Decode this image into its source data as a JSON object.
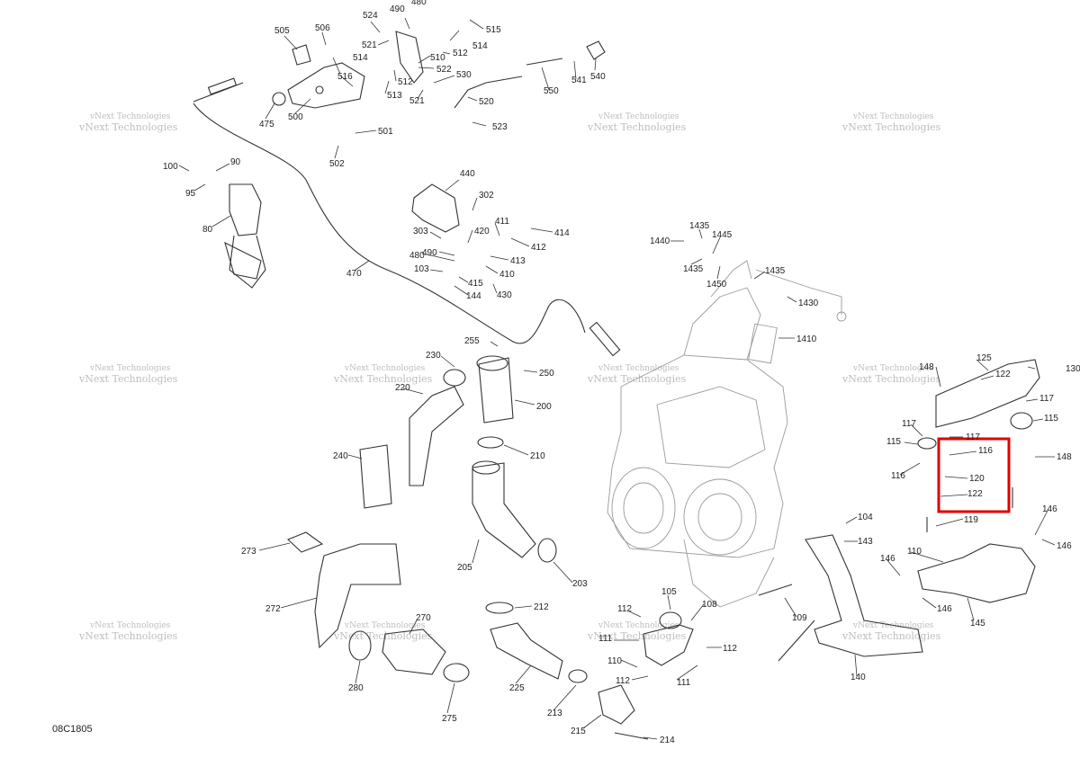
{
  "diagram_code": "08C1805",
  "watermark": {
    "line1": "vNext Technologies",
    "line2": "vNext Technologies"
  },
  "highlight_color": "#e00000",
  "callouts": [
    {
      "id": "505",
      "t": "505"
    },
    {
      "id": "506",
      "t": "506"
    },
    {
      "id": "524",
      "t": "524"
    },
    {
      "id": "490a",
      "t": "490"
    },
    {
      "id": "480a",
      "t": "480"
    },
    {
      "id": "515",
      "t": "515"
    },
    {
      "id": "521a",
      "t": "521"
    },
    {
      "id": "514a",
      "t": "514"
    },
    {
      "id": "510",
      "t": "510"
    },
    {
      "id": "514b",
      "t": "514"
    },
    {
      "id": "512a",
      "t": "512"
    },
    {
      "id": "522",
      "t": "522"
    },
    {
      "id": "530",
      "t": "530"
    },
    {
      "id": "516",
      "t": "516"
    },
    {
      "id": "512b",
      "t": "512"
    },
    {
      "id": "513",
      "t": "513"
    },
    {
      "id": "521b",
      "t": "521"
    },
    {
      "id": "550",
      "t": "550"
    },
    {
      "id": "541",
      "t": "541"
    },
    {
      "id": "540",
      "t": "540"
    },
    {
      "id": "475",
      "t": "475"
    },
    {
      "id": "500",
      "t": "500"
    },
    {
      "id": "520",
      "t": "520"
    },
    {
      "id": "501",
      "t": "501"
    },
    {
      "id": "523",
      "t": "523"
    },
    {
      "id": "502",
      "t": "502"
    },
    {
      "id": "100",
      "t": "100"
    },
    {
      "id": "90",
      "t": "90"
    },
    {
      "id": "95",
      "t": "95"
    },
    {
      "id": "80",
      "t": "80"
    },
    {
      "id": "440",
      "t": "440"
    },
    {
      "id": "302",
      "t": "302"
    },
    {
      "id": "420",
      "t": "420"
    },
    {
      "id": "411",
      "t": "411"
    },
    {
      "id": "414",
      "t": "414"
    },
    {
      "id": "303",
      "t": "303"
    },
    {
      "id": "490b",
      "t": "490"
    },
    {
      "id": "412",
      "t": "412"
    },
    {
      "id": "413",
      "t": "413"
    },
    {
      "id": "480b",
      "t": "480"
    },
    {
      "id": "103",
      "t": "103"
    },
    {
      "id": "415",
      "t": "415"
    },
    {
      "id": "410",
      "t": "410"
    },
    {
      "id": "144",
      "t": "144"
    },
    {
      "id": "430",
      "t": "430"
    },
    {
      "id": "470",
      "t": "470"
    },
    {
      "id": "1435a",
      "t": "1435"
    },
    {
      "id": "1440",
      "t": "1440"
    },
    {
      "id": "1445",
      "t": "1445"
    },
    {
      "id": "1435b",
      "t": "1435"
    },
    {
      "id": "1435c",
      "t": "1435"
    },
    {
      "id": "1450",
      "t": "1450"
    },
    {
      "id": "1430",
      "t": "1430"
    },
    {
      "id": "1410",
      "t": "1410"
    },
    {
      "id": "255",
      "t": "255"
    },
    {
      "id": "230",
      "t": "230"
    },
    {
      "id": "250",
      "t": "250"
    },
    {
      "id": "220",
      "t": "220"
    },
    {
      "id": "200",
      "t": "200"
    },
    {
      "id": "210",
      "t": "210"
    },
    {
      "id": "240",
      "t": "240"
    },
    {
      "id": "205",
      "t": "205"
    },
    {
      "id": "203",
      "t": "203"
    },
    {
      "id": "273",
      "t": "273"
    },
    {
      "id": "272",
      "t": "272"
    },
    {
      "id": "212",
      "t": "212"
    },
    {
      "id": "270",
      "t": "270"
    },
    {
      "id": "280",
      "t": "280"
    },
    {
      "id": "275",
      "t": "275"
    },
    {
      "id": "225",
      "t": "225"
    },
    {
      "id": "213",
      "t": "213"
    },
    {
      "id": "215",
      "t": "215"
    },
    {
      "id": "214",
      "t": "214"
    },
    {
      "id": "105",
      "t": "105"
    },
    {
      "id": "112a",
      "t": "112"
    },
    {
      "id": "108",
      "t": "108"
    },
    {
      "id": "111a",
      "t": "111"
    },
    {
      "id": "112b",
      "t": "112"
    },
    {
      "id": "110a",
      "t": "110"
    },
    {
      "id": "112c",
      "t": "112"
    },
    {
      "id": "111b",
      "t": "111"
    },
    {
      "id": "148a",
      "t": "148"
    },
    {
      "id": "125",
      "t": "125"
    },
    {
      "id": "130",
      "t": "130"
    },
    {
      "id": "122a",
      "t": "122"
    },
    {
      "id": "117a",
      "t": "117"
    },
    {
      "id": "115a",
      "t": "115"
    },
    {
      "id": "117b",
      "t": "117"
    },
    {
      "id": "117c",
      "t": "117"
    },
    {
      "id": "115b",
      "t": "115"
    },
    {
      "id": "116a",
      "t": "116"
    },
    {
      "id": "116b",
      "t": "116"
    },
    {
      "id": "148b",
      "t": "148"
    },
    {
      "id": "120",
      "t": "120"
    },
    {
      "id": "122b",
      "t": "122"
    },
    {
      "id": "119",
      "t": "119"
    },
    {
      "id": "104",
      "t": "104"
    },
    {
      "id": "146a",
      "t": "146"
    },
    {
      "id": "143",
      "t": "143"
    },
    {
      "id": "146b",
      "t": "146"
    },
    {
      "id": "110b",
      "t": "110"
    },
    {
      "id": "146c",
      "t": "146"
    },
    {
      "id": "146d",
      "t": "146"
    },
    {
      "id": "145",
      "t": "145"
    },
    {
      "id": "109",
      "t": "109"
    },
    {
      "id": "140",
      "t": "140"
    }
  ]
}
